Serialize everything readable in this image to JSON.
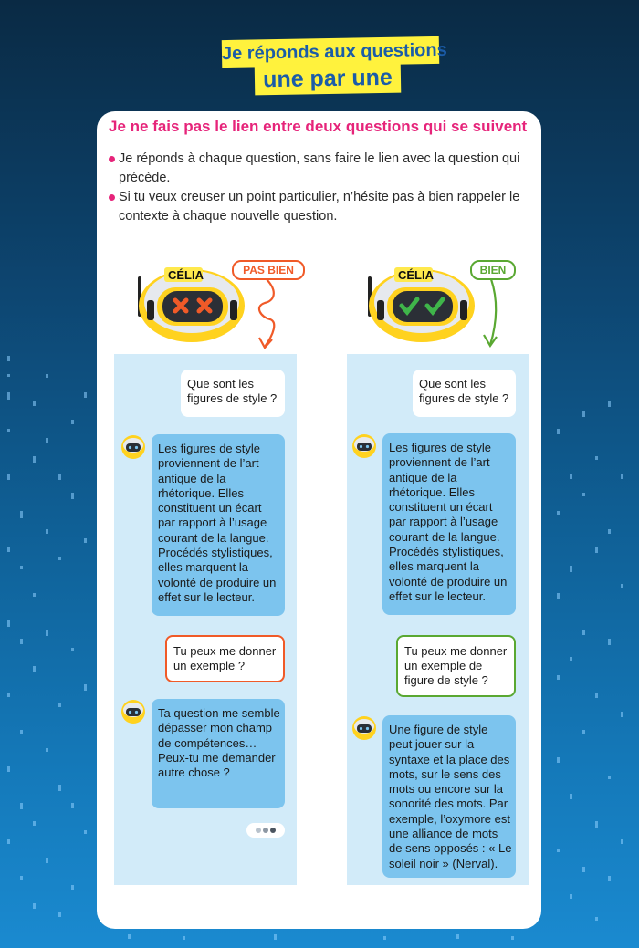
{
  "title": {
    "line1": "Je réponds aux questions",
    "line2": "une par une"
  },
  "card": {
    "heading": "Je ne fais pas le lien entre deux questions qui se suivent",
    "bullets": [
      "Je réponds à chaque question, sans faire le lien avec la question qui précède.",
      "Si tu veux creuser un point particulier, n’hésite pas à bien rappeler le contexte à chaque nouvelle question."
    ]
  },
  "robot": {
    "name_badge": "CÉLIA"
  },
  "labels": {
    "bad": "PAS BIEN",
    "good": "BIEN"
  },
  "chat_bad": {
    "q1": "Que sont les figures de style ?",
    "a1": "Les figures de style proviennent de l’art antique de la rhétorique. Elles constituent un écart par rapport à l’usage courant de la langue. Procédés stylistiques, elles marquent la volonté de produire un effet sur le lecteur.",
    "q2": "Tu peux me donner un exemple ?",
    "a2": "Ta question me semble dépasser mon champ de compétences… Peux-tu me demander autre chose ?"
  },
  "chat_good": {
    "q1": "Que sont les figures de style ?",
    "a1": "Les figures de style proviennent de l’art antique de la rhétorique. Elles constituent un écart par rapport à l’usage courant de la langue. Procédés stylistiques, elles marquent la volonté de produire un effet sur le lecteur.",
    "q2": "Tu peux me donner un exemple de figure de style ?",
    "a2": "Une figure de style peut jouer sur la syntaxe et la place des mots, sur le sens des mots ou encore sur la sonorité des mots. Par exemple, l’oxymore est une alliance de mots de sens opposés : « Le soleil noir » (Nerval)."
  },
  "colors": {
    "accent_pink": "#e6247a",
    "bad_orange": "#f05a28",
    "good_green": "#5aa832",
    "bot_bubble": "#7cc4ee",
    "panel_bg": "#d2ebf9",
    "banner_yellow": "#fff23d",
    "banner_text": "#1b5ca8"
  }
}
